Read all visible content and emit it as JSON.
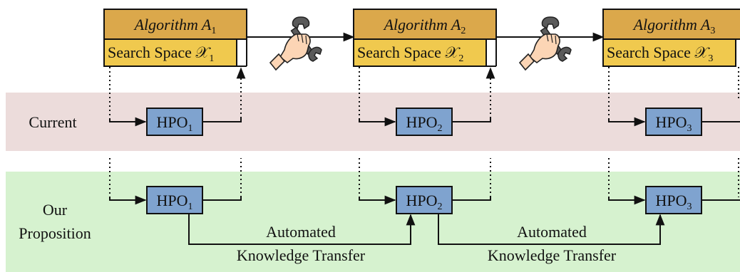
{
  "rows": {
    "current_label": "Current",
    "ours_label_line1": "Our",
    "ours_label_line2": "Proposition"
  },
  "stages": [
    {
      "algo_label": "Algorithm A",
      "algo_sub": "1",
      "space_label": "Search Space 𝒳",
      "space_sub": "1",
      "hpo_label": "HPO",
      "hpo_sub": "1"
    },
    {
      "algo_label": "Algorithm A",
      "algo_sub": "2",
      "space_label": "Search Space 𝒳",
      "space_sub": "2",
      "hpo_label": "HPO",
      "hpo_sub": "2"
    },
    {
      "algo_label": "Algorithm A",
      "algo_sub": "3",
      "space_label": "Search Space 𝒳",
      "space_sub": "3",
      "hpo_label": "HPO",
      "hpo_sub": "3"
    }
  ],
  "transfer": [
    {
      "line1": "Automated",
      "line2": "Knowledge Transfer"
    },
    {
      "line1": "Automated",
      "line2": "Knowledge Transfer"
    }
  ],
  "colors": {
    "algorithm_box": "#dba84b",
    "search_space_box": "#f0c94e",
    "hpo_box": "#7fa3cf",
    "current_band": "#ecdcdb",
    "proposition_band": "#d6f2cf",
    "hand_skin": "#fcd5b5",
    "wrench": "#5a5a5a"
  },
  "icons": [
    "hand-wrench-icon",
    "hand-wrench-icon"
  ]
}
